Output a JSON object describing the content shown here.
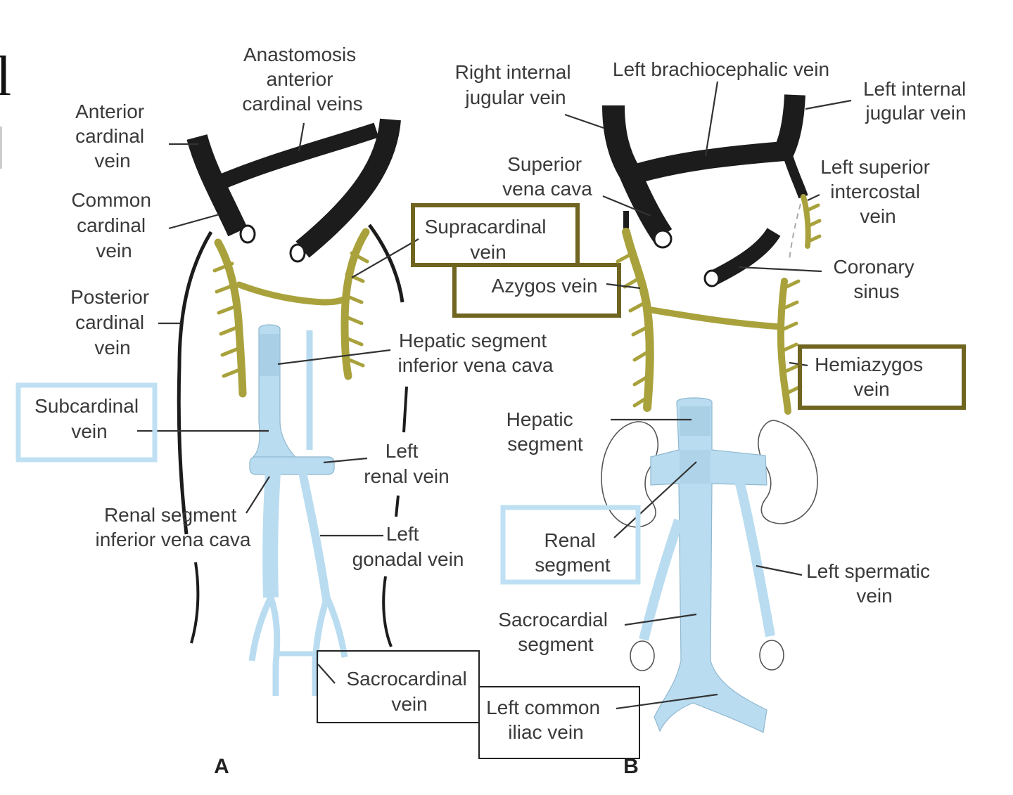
{
  "colors": {
    "cardinal_vein": "#1c1c1c",
    "supracardinal_vein": "#a9a23c",
    "subcardinal_vein": "#b9dcf0",
    "olive_box": "#6f6520",
    "blue_box": "#bfe0f3"
  },
  "edge_fragment": "l",
  "panel_a": {
    "panel_label": "A",
    "labels": {
      "anastomosis": [
        "Anastomosis",
        "anterior",
        "cardinal veins"
      ],
      "anterior_cardinal": [
        "Anterior",
        "cardinal",
        "vein"
      ],
      "common_cardinal": [
        "Common",
        "cardinal",
        "vein"
      ],
      "posterior_cardinal": [
        "Posterior",
        "cardinal",
        "vein"
      ],
      "supracardinal": [
        "Supracardinal",
        "vein"
      ],
      "azygos": [
        "Azygos vein"
      ],
      "hepatic_segment_ivc": [
        "Hepatic segment",
        "inferior vena cava"
      ],
      "subcardinal": [
        "Subcardinal",
        "vein"
      ],
      "left_renal": [
        "Left",
        "renal vein"
      ],
      "renal_segment_ivc": [
        "Renal segment",
        "inferior vena cava"
      ],
      "left_gonadal": [
        "Left",
        "gonadal vein"
      ],
      "sacrocardinal": [
        "Sacrocardinal",
        "vein"
      ]
    }
  },
  "panel_b": {
    "panel_label": "B",
    "labels": {
      "right_internal_jugular": [
        "Right internal",
        "jugular vein"
      ],
      "left_brachiocephalic": [
        "Left brachiocephalic vein"
      ],
      "left_internal_jugular": [
        "Left internal",
        "jugular vein"
      ],
      "superior_vena_cava": [
        "Superior",
        "vena cava"
      ],
      "left_superior_intercostal": [
        "Left superior",
        "intercostal",
        "vein"
      ],
      "coronary_sinus": [
        "Coronary",
        "sinus"
      ],
      "hemiazygos": [
        "Hemiazygos",
        "vein"
      ],
      "hepatic_segment": [
        "Hepatic",
        "segment"
      ],
      "renal_segment": [
        "Renal",
        "segment"
      ],
      "left_spermatic": [
        "Left spermatic",
        "vein"
      ],
      "sacrocardial_segment": [
        "Sacrocardial",
        "segment"
      ],
      "left_common_iliac": [
        "Left common",
        "iliac vein"
      ]
    }
  }
}
